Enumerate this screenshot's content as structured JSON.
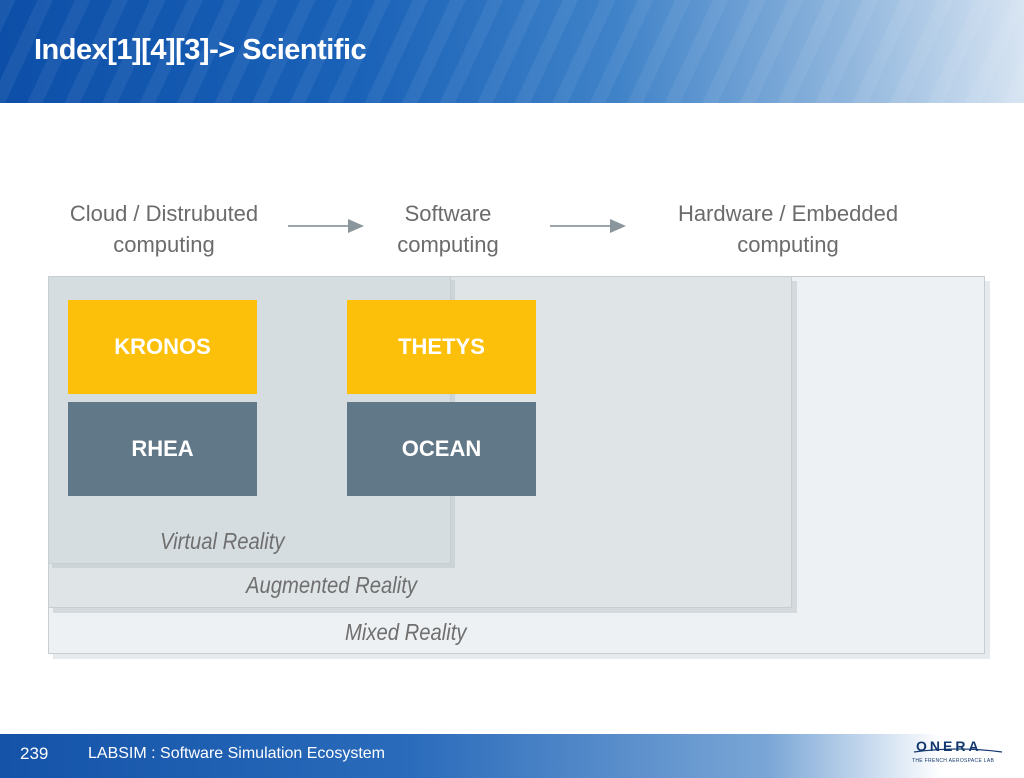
{
  "header": {
    "title": "Index[1][4][3]-> Scientific"
  },
  "flow": {
    "steps": [
      {
        "line1": "Cloud / Distrubuted",
        "line2": "computing"
      },
      {
        "line1": "Software",
        "line2": "computing"
      },
      {
        "line1": "Hardware / Embedded",
        "line2": "computing"
      }
    ]
  },
  "regions": {
    "virtual": "Virtual Reality",
    "augmented": "Augmented Reality",
    "mixed": "Mixed Reality"
  },
  "boxes": {
    "kronos": "KRONOS",
    "thetys": "THETYS",
    "rhea": "RHEA",
    "ocean": "OCEAN"
  },
  "colors": {
    "yellow_box": "#fcbf0a",
    "slate_box": "#607887",
    "header_blue": "#0d4fa8"
  },
  "footer": {
    "page_number": "239",
    "text": "LABSIM : Software Simulation Ecosystem",
    "logo_word": "ONERA",
    "logo_tagline": "THE FRENCH AEROSPACE LAB"
  }
}
